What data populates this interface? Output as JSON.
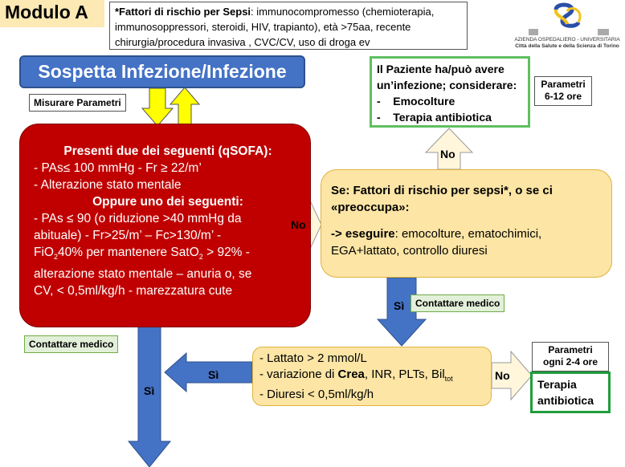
{
  "header": {
    "module_title": "Modulo A",
    "risk_factors": {
      "heading": "*Fattori di rischio per Sepsi",
      "text": ": immunocompromesso (chemioterapia, immunosoppressori, steroidi, HIV, trapianto), età >75aa, recente chirurgia/procedura invasiva , CVC/CV, uso di droga ev"
    },
    "logo": {
      "line1": "AZIENDA OSPEDALIERO - UNIVERSITARIA",
      "line2": "Città della Salute e della Scienza di Torino"
    }
  },
  "main_title": "Sospetta Infezione/Infezione",
  "measure_params_label": "Misurare Parametri",
  "qsofa_box": {
    "heading": "Presenti due dei seguenti (qSOFA):",
    "line1": "- PAs≤ 100 mmHg - Fr ≥ 22/m’",
    "line2": "- Alterazione stato mentale",
    "subheading": "Oppure uno dei seguenti:",
    "line3": "- PAs ≤ 90 (o riduzione >40 mmHg da",
    "line4": "abituale) - Fr>25/m’ – Fc>130/m’ -",
    "line5_a": "FiO",
    "line5_sub1": "2",
    "line5_b": "40% per mantenere SatO",
    "line5_sub2": "2",
    "line5_c": " > 92% -",
    "line6": "alterazione stato mentale – anuria o, se",
    "line7": "CV, < 0,5ml/kg/h - marezzatura cute"
  },
  "risk_box": {
    "line1": "Se: Fattori di rischio per sepsi*, o se ci",
    "line2": "«preoccupa»:",
    "line3_bold": "-> eseguire",
    "line3_rest": ": emocolture, ematochimici,",
    "line4": "EGA+lattato, controllo diuresi"
  },
  "green_box": {
    "line1": "Il Paziente ha/può avere",
    "line2": "un’infezione; considerare:",
    "item1": "Emocolture",
    "item2": "Terapia antibiotica"
  },
  "params_6_12": {
    "line1": "Parametri",
    "line2": "6-12 ore"
  },
  "params_2_4": {
    "line1": "Parametri",
    "line2": "ogni 2-4 ore"
  },
  "lab_box": {
    "line1": "- Lattato > 2 mmol/L",
    "line2_a": "- variazione di ",
    "line2_bold": "Crea",
    "line2_b": ", INR, PLTs, Bil",
    "line2_sub": "tot",
    "line3": "- Diuresi < 0,5ml/kg/h"
  },
  "terapia_antibiotica": {
    "line1": "Terapia",
    "line2": "antibiotica"
  },
  "contact_doctor_label": "Contattare medico",
  "arrow_labels": {
    "no": "No",
    "si": "Sì"
  },
  "colors": {
    "blue": "#4472c4",
    "red": "#c00000",
    "yellow": "#fce5a5",
    "green_border": "#5fbf60",
    "arrow_yellow": "#ffff00"
  }
}
